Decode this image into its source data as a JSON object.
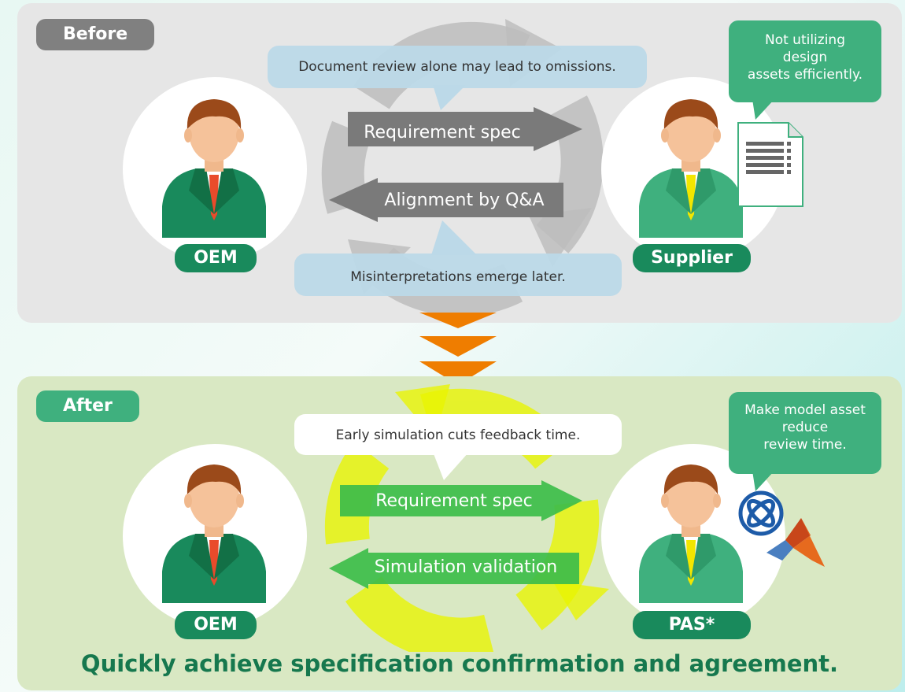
{
  "before": {
    "tag": "Before",
    "callout_top": "Document review alone may lead to omissions.",
    "arrow_right": "Requirement spec",
    "arrow_left": "Alignment by Q&A",
    "callout_bottom": "Misinterpretations emerge  later.",
    "left_role": "OEM",
    "right_role": "Supplier",
    "note_lines": [
      "Not utilizing",
      "design",
      "assets efficiently."
    ]
  },
  "after": {
    "tag": "After",
    "callout_top": "Early simulation cuts feedback time.",
    "arrow_right": "Requirement spec",
    "arrow_left": "Simulation validation",
    "left_role": "OEM",
    "right_role": "PAS*",
    "note_lines": [
      "Make model asset",
      "reduce",
      "review time."
    ],
    "headline": "Quickly achieve specification confirmation and agreement."
  },
  "colors": {
    "oem_green": "#198a5c",
    "accent_green": "#3fb07e",
    "cycle_yellow": "#e9f500",
    "flow_orange": "#ef7d00"
  },
  "icons": [
    "person-oem-icon",
    "person-supplier-icon",
    "document-icon",
    "connector-logo-icon",
    "matlab-logo-icon",
    "down-chevrons-icon"
  ]
}
